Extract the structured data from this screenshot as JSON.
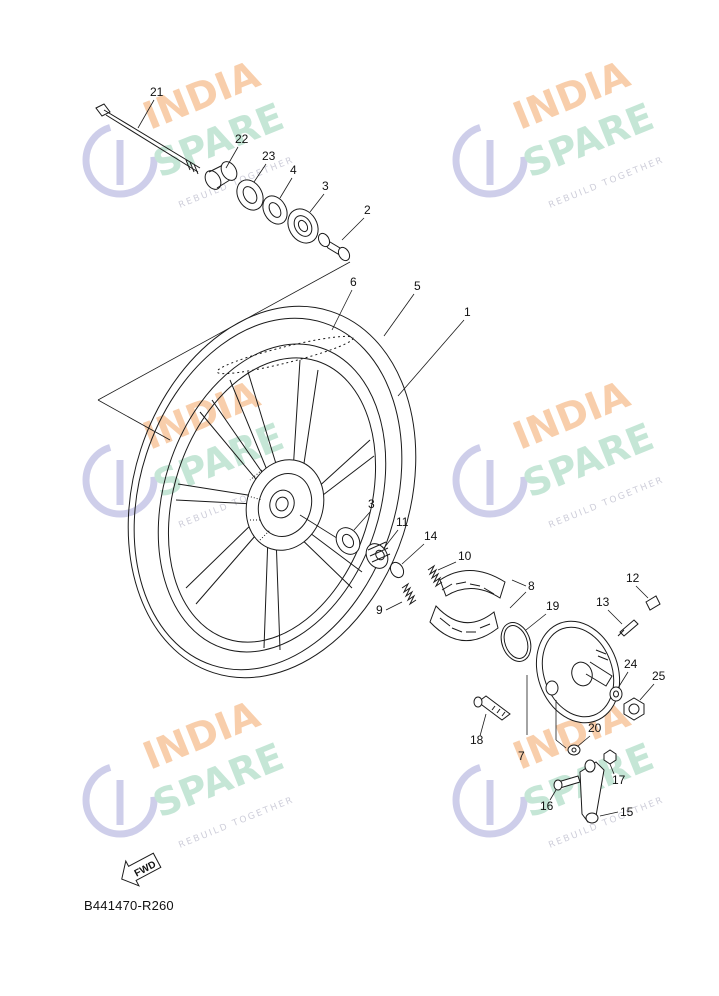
{
  "watermark": {
    "line1": "INDIA",
    "line2": "SPARE",
    "tagline": "REBUILD TOGETHER",
    "colors": {
      "india": "#f8c9a2",
      "spare": "#bfe4d2",
      "icon": "#c9c9e8"
    }
  },
  "callouts": {
    "p1": "1",
    "p2": "2",
    "p3a": "3",
    "p3b": "3",
    "p4": "4",
    "p5": "5",
    "p6": "6",
    "p7": "7",
    "p8": "8",
    "p9": "9",
    "p10": "10",
    "p11": "11",
    "p12": "12",
    "p13": "13",
    "p14": "14",
    "p15": "15",
    "p16": "16",
    "p17": "17",
    "p18": "18",
    "p19": "19",
    "p20": "20",
    "p21": "21",
    "p22": "22",
    "p23": "23",
    "p24": "24",
    "p25": "25"
  },
  "fwd_label": "FWD",
  "diagram_code": "B441470-R260"
}
